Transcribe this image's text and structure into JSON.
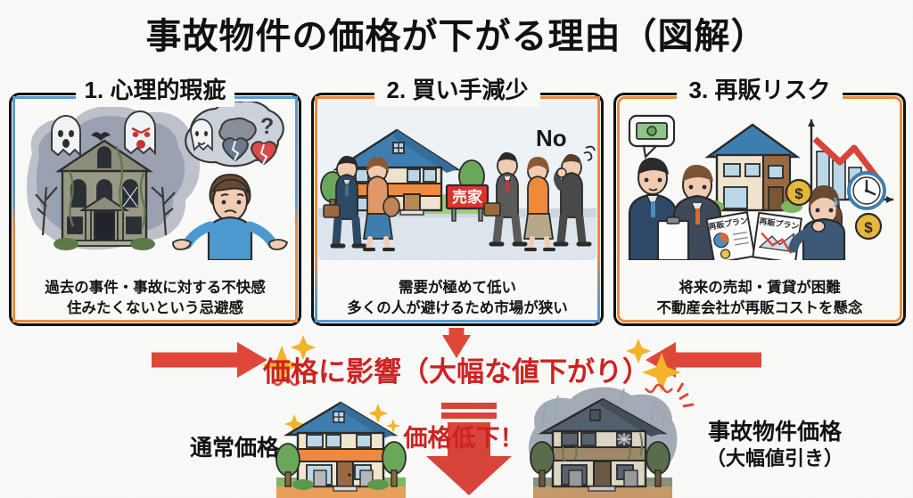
{
  "page": {
    "title": "事故物件の価格が下がる理由（図解）",
    "background_color": "#fbfbf9",
    "accent_red": "#cf2222",
    "accent_blue": "#5b9bd1",
    "accent_orange": "#ef8b3f"
  },
  "panels": [
    {
      "number": "1.",
      "header": "1. 心理的瑕疵",
      "border_color": "#5b9bd1",
      "caption_line1": "過去の事件・事故に対する不快感",
      "caption_line2": "住みたくないという忌避感",
      "illustration": "haunted-house-with-ghosts-and-worried-person"
    },
    {
      "number": "2.",
      "header": "2. 買い手減少",
      "border_color": "#ef8b3f",
      "caption_line1": "需要が極めて低い",
      "caption_line2": "多くの人が避けるため市場が狭い",
      "illustration": "house-for-sale-with-people-walking-away",
      "sign_label": "売家",
      "refusal_label": "No"
    },
    {
      "number": "3.",
      "header": "3. 再販リスク",
      "border_color": "#ef8b3f",
      "caption_line1": "将来の売却・賃貸が困難",
      "caption_line2": "不動産会社が再販コストを懸念",
      "illustration": "agents-with-resale-plan-and-declining-chart",
      "document_label": "再販プラン",
      "currency_symbol": "$"
    }
  ],
  "impact": {
    "text": "価格に影響（大幅な値下がり）",
    "color": "#cf2222"
  },
  "comparison": {
    "normal_price_label": "通常価格",
    "drop_label": "価格低下！",
    "stigma_price_label": "事故物件価格",
    "stigma_price_sublabel": "（大幅値引き）"
  }
}
